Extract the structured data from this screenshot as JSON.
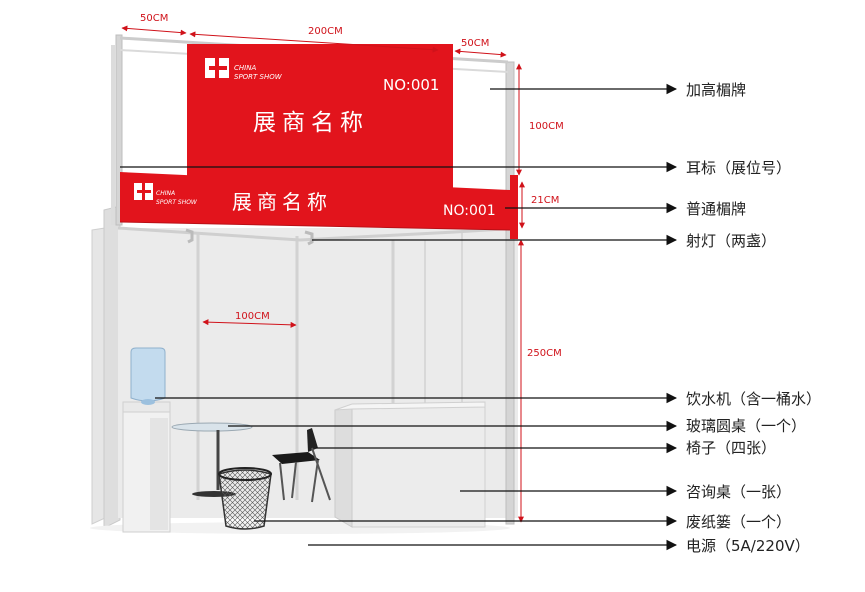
{
  "dimensions": {
    "top_left_width": "50CM",
    "top_center_width": "200CM",
    "top_right_width": "50CM",
    "raised_fascia_height": "100CM",
    "fascia_height": "21CM",
    "panel_width": "100CM",
    "wall_height": "250CM"
  },
  "fascia": {
    "logo_line1": "CHINA",
    "logo_line2": "SPORT SHOW",
    "exhibitor_name": "展商名称",
    "booth_number": "NO:001"
  },
  "callouts": [
    "加高楣牌",
    "耳标（展位号）",
    "普通楣牌",
    "射灯（两盏）",
    "饮水机（含一桶水）",
    "玻璃圆桌（一个）",
    "椅子（四张）",
    "咨询桌（一张）",
    "废纸篓（一个）",
    "电源（5A/220V）"
  ],
  "colors": {
    "fascia_red": "#e2141c",
    "dimension_red": "#d0121a",
    "frame_gray": "#c9c9c9"
  }
}
